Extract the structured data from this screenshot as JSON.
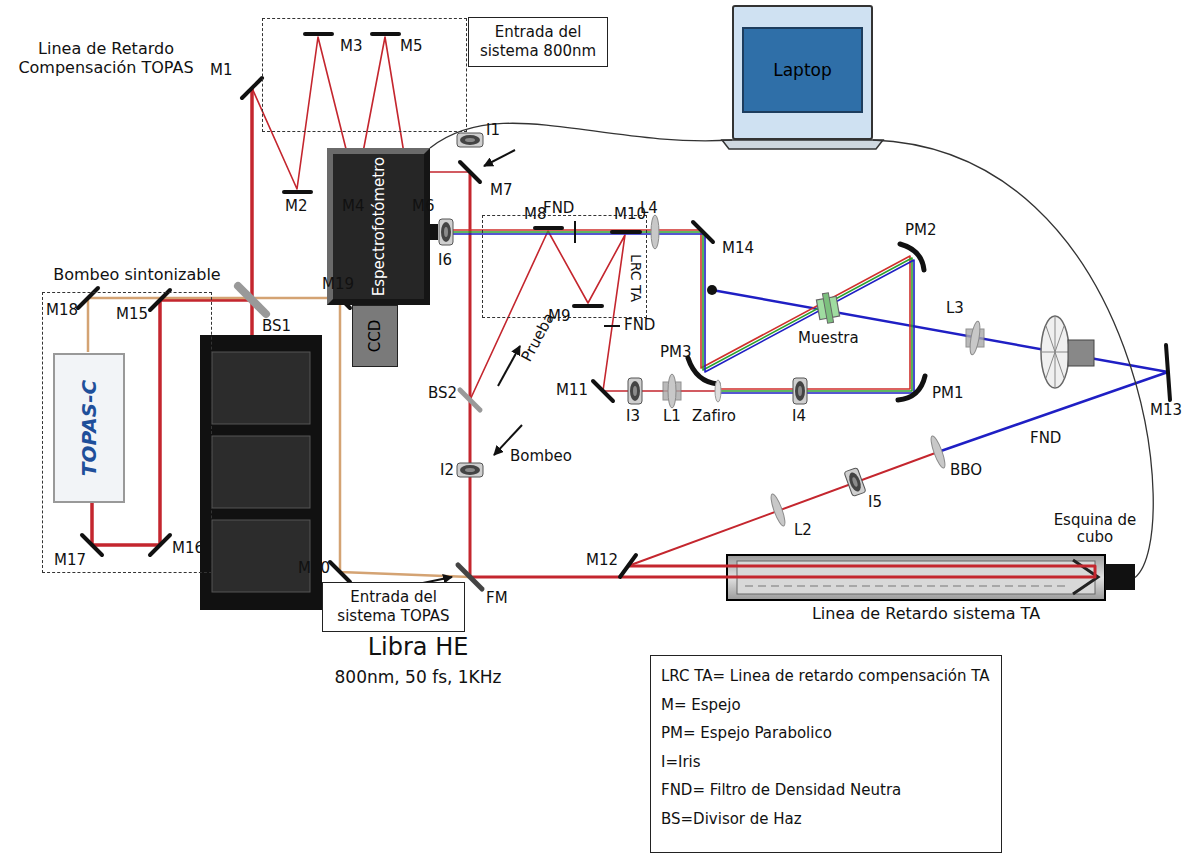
{
  "diagram": {
    "nodes": [
      {
        "text": [
          "Linea de Retardo Compensación TOPAS"
        ]
      },
      {
        "text": [
          "Entrada del sistema 800nm"
        ]
      },
      {
        "text": [
          "Laptop"
        ]
      },
      {
        "text": [
          "Espectrofotómetro"
        ]
      },
      {
        "text": [
          "CCD"
        ]
      },
      {
        "text": [
          "LRC TA"
        ]
      },
      {
        "text": [
          "Bombeo sintonizable"
        ]
      },
      {
        "text": [
          "TOPAS-C"
        ],
        "in": 6
      },
      {
        "text": [
          "Libra HE",
          "800nm, 50 fs, 1KHz"
        ]
      },
      {
        "text": [
          "Entrada del sistema TOPAS"
        ]
      },
      {
        "text": [
          "Linea de Retardo sistema TA"
        ]
      },
      {
        "text": [
          "LRC TA= Linea de retardo compensación TA",
          "M= Espejo",
          "PM= Espejo Parabolico",
          "I=Iris",
          "FND= Filtro de Densidad Neutra",
          "BS=Divisor de Haz"
        ]
      }
    ],
    "edges": [
      {
        "from": 2,
        "to": 3,
        "arrow": "none"
      },
      {
        "from": 2,
        "to": 10,
        "arrow": "none"
      }
    ],
    "labels": [
      "M1",
      "M2",
      "M3",
      "M4",
      "M5",
      "M6",
      "M7",
      "I1",
      "FND",
      "L4",
      "M14",
      "PM2",
      "Muestra",
      "L3",
      "M13",
      "PM1",
      "M8",
      "M10",
      "M9",
      "FND",
      "BS2",
      "Prueba",
      "Bombeo",
      "I2",
      "M11",
      "I3",
      "L1",
      "PM3",
      "Zafiro",
      "I4",
      "BBO",
      "I5",
      "L2",
      "M12",
      "FND",
      "Esquina de cubo",
      "FM",
      "M18",
      "M15",
      "BS1",
      "M19",
      "M20",
      "M17",
      "M16",
      "I6"
    ]
  }
}
